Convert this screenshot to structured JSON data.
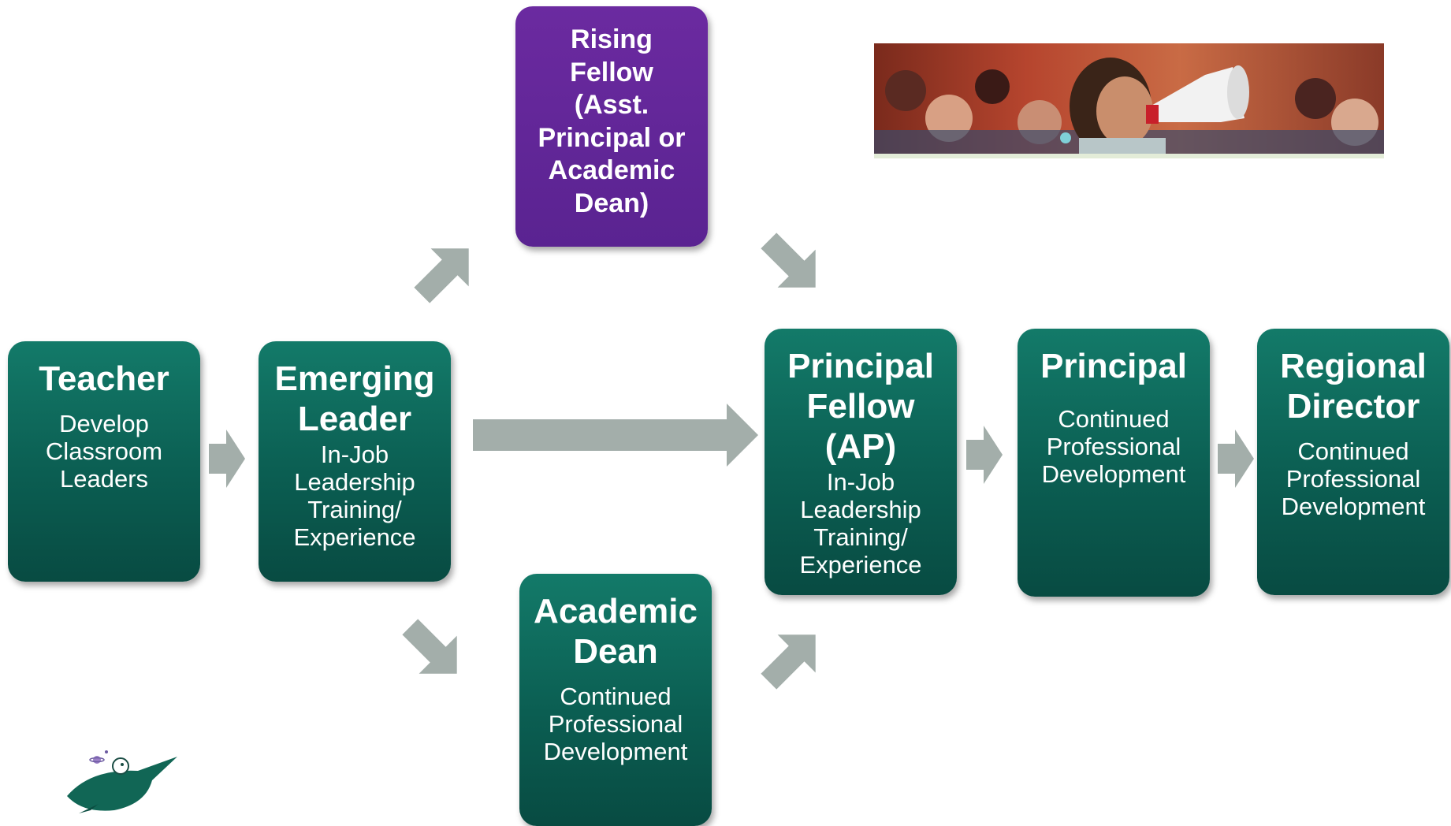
{
  "colors": {
    "box_green": "#0e6b5d",
    "box_purple": "#5f2696",
    "arrow_gray": "#a3aeaa",
    "text": "#ffffff"
  },
  "boxes": {
    "teacher": {
      "title": "Teacher",
      "desc": "Develop\nClassroom\nLeaders"
    },
    "emerging": {
      "title": "Emerging\nLeader",
      "desc": "In-Job\nLeadership\nTraining/\nExperience"
    },
    "rising": {
      "title": "Rising\nFellow\n(Asst.\nPrincipal or\nAcademic\nDean)"
    },
    "dean": {
      "title": "Academic\nDean",
      "desc": "Continued\nProfessional\nDevelopment"
    },
    "pfellow": {
      "title": "Principal\nFellow\n(AP)",
      "desc": "In-Job\nLeadership\nTraining/\nExperience"
    },
    "principal": {
      "title": "Principal",
      "desc": "Continued\nProfessional\nDevelopment"
    },
    "regional": {
      "title": "Regional\nDirector",
      "desc": "Continued\nProfessional\nDevelopment"
    }
  },
  "images": {
    "photo": "megaphone-photo",
    "logo": "rocket-mascot-logo"
  }
}
